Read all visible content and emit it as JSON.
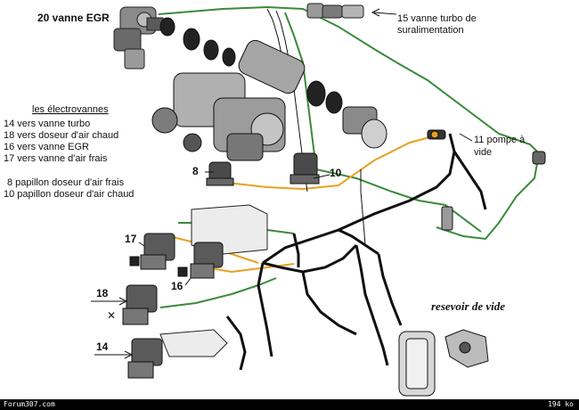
{
  "labels": {
    "egr_valve": "20 vanne EGR",
    "turbo_valve_line1": "15 vanne turbo de",
    "turbo_valve_line2": "suralimentation",
    "pump_line1": "11 pompe à",
    "pump_line2": "vide",
    "vacuum_reservoir": "resevoir de vide",
    "callout_8": "8",
    "callout_10": "10",
    "callout_17": "17",
    "callout_16": "16",
    "callout_18": "18",
    "callout_14": "14"
  },
  "legend": {
    "title": "les électrovannes",
    "items": [
      "14 vers vanne turbo",
      "18 vers doseur d'air chaud",
      "16 vers vanne EGR",
      "17 vers vanne d'air frais"
    ],
    "items2": [
      "8 papillon doseur d'air frais",
      "10 papillon doseur d'air chaud"
    ]
  },
  "footer": {
    "site": "Forum307.com",
    "size": "194 ko"
  },
  "colors": {
    "green_line": "#3a8a3a",
    "orange_line": "#e8a020",
    "black_line": "#111111",
    "gray_part": "#6a6a6a"
  }
}
